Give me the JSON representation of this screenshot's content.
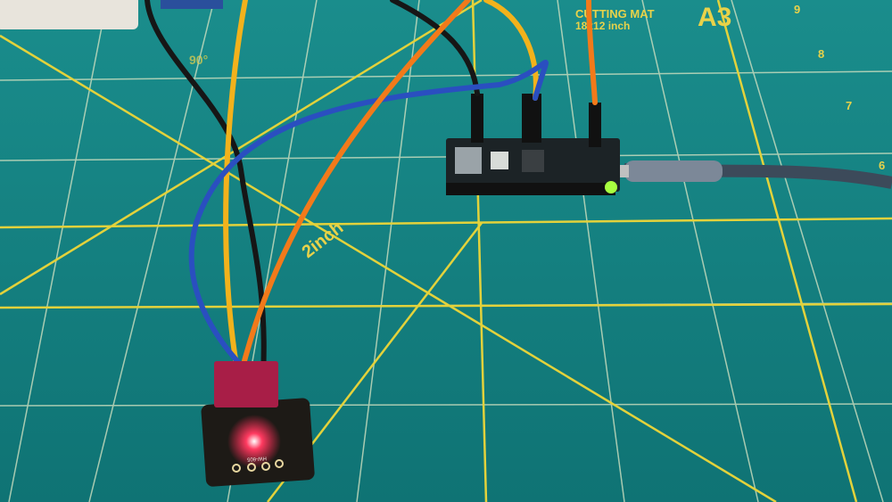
{
  "mat": {
    "title": "CUTTING MAT",
    "size_label": "A3",
    "dimensions": "18x12 inch",
    "angle_label": "90°",
    "distance_label": "2inch",
    "ruler_numbers": [
      "9",
      "8",
      "7",
      "6"
    ]
  },
  "sensor": {
    "board_label": "HW-605"
  },
  "colors": {
    "mat": "#127f80",
    "grid_yellow": "#e3d23b",
    "wire_orange": "#f27a1a",
    "wire_yellow": "#f2b21c",
    "wire_blue": "#2a4fc0",
    "wire_black": "#161616",
    "led_red": "#ff2a55"
  }
}
